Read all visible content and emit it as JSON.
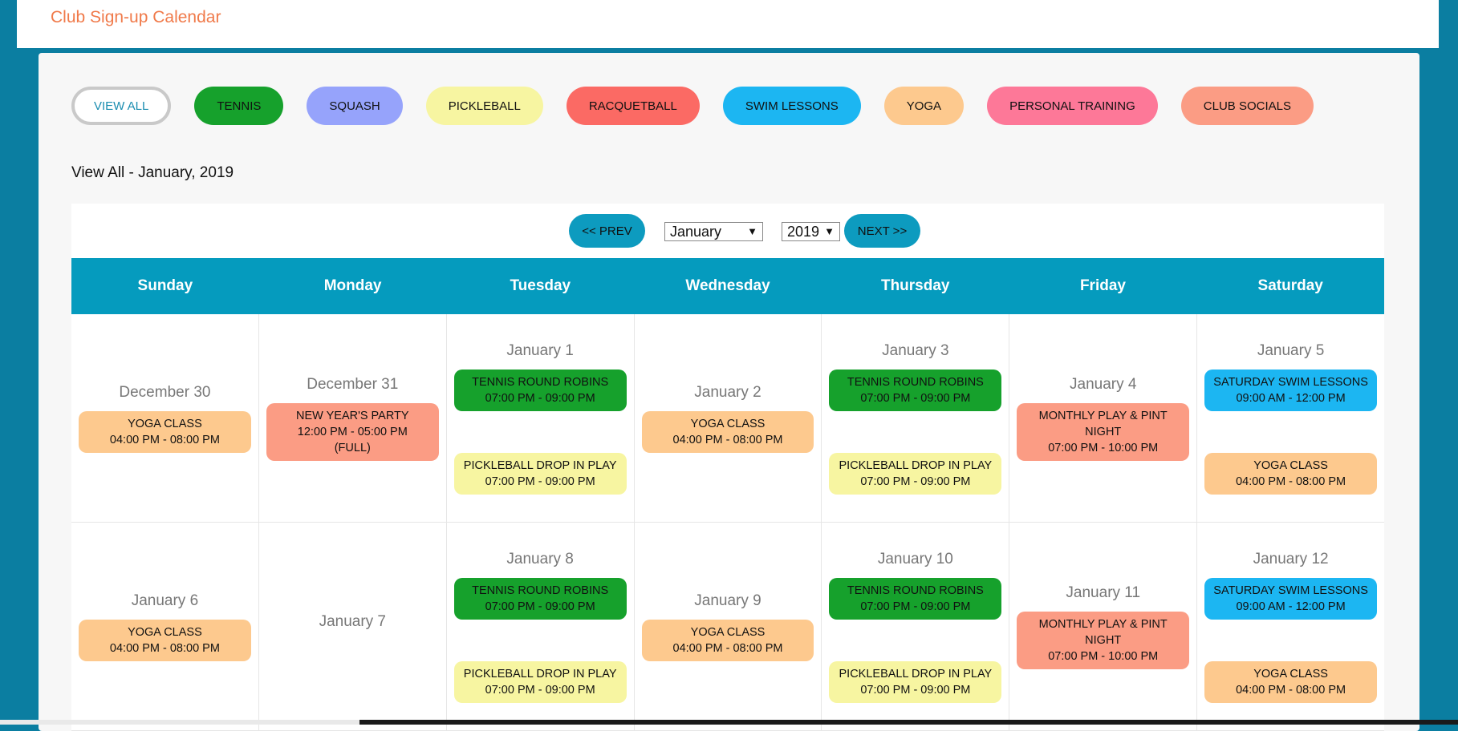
{
  "header": {
    "title": "Club Sign-up Calendar"
  },
  "filters": [
    {
      "label": "VIEW ALL",
      "color": "#ffffff"
    },
    {
      "label": "TENNIS",
      "color": "#16a12c"
    },
    {
      "label": "SQUASH",
      "color": "#96a3fb"
    },
    {
      "label": "PICKLEBALL",
      "color": "#f7f5a1"
    },
    {
      "label": "RACQUETBALL",
      "color": "#fb6a64"
    },
    {
      "label": "SWIM LESSONS",
      "color": "#1cb6f2"
    },
    {
      "label": "YOGA",
      "color": "#fdc98e"
    },
    {
      "label": "PERSONAL TRAINING",
      "color": "#fd7898"
    },
    {
      "label": "CLUB SOCIALS",
      "color": "#fb9c84"
    }
  ],
  "view_heading": "View All - January, 2019",
  "nav": {
    "prev_label": "<< PREV",
    "next_label": "NEXT >>",
    "month_value": "January",
    "year_value": "2019"
  },
  "days": [
    "Sunday",
    "Monday",
    "Tuesday",
    "Wednesday",
    "Thursday",
    "Friday",
    "Saturday"
  ],
  "weeks": [
    [
      {
        "date": "December 30",
        "events": [
          {
            "title": "YOGA CLASS",
            "time": "04:00 PM - 08:00 PM",
            "color": "#fdc98e"
          }
        ]
      },
      {
        "date": "December 31",
        "events": [
          {
            "title": "NEW YEAR'S PARTY",
            "time": "12:00 PM - 05:00 PM",
            "note": "(FULL)",
            "color": "#fb9c84"
          }
        ]
      },
      {
        "date": "January 1",
        "events": [
          {
            "title": "TENNIS ROUND ROBINS",
            "time": "07:00 PM - 09:00 PM",
            "color": "#16a12c"
          },
          {
            "title": "PICKLEBALL DROP IN PLAY",
            "time": "07:00 PM - 09:00 PM",
            "color": "#f7f5a1"
          }
        ]
      },
      {
        "date": "January 2",
        "events": [
          {
            "title": "YOGA CLASS",
            "time": "04:00 PM - 08:00 PM",
            "color": "#fdc98e"
          }
        ]
      },
      {
        "date": "January 3",
        "events": [
          {
            "title": "TENNIS ROUND ROBINS",
            "time": "07:00 PM - 09:00 PM",
            "color": "#16a12c"
          },
          {
            "title": "PICKLEBALL DROP IN PLAY",
            "time": "07:00 PM - 09:00 PM",
            "color": "#f7f5a1"
          }
        ]
      },
      {
        "date": "January 4",
        "events": [
          {
            "title": "MONTHLY PLAY & PINT NIGHT",
            "time": "07:00 PM - 10:00 PM",
            "color": "#fb9c84"
          }
        ]
      },
      {
        "date": "January 5",
        "events": [
          {
            "title": "SATURDAY SWIM LESSONS",
            "time": "09:00 AM - 12:00 PM",
            "color": "#1cb6f2"
          },
          {
            "title": "YOGA CLASS",
            "time": "04:00 PM - 08:00 PM",
            "color": "#fdc98e"
          }
        ]
      }
    ],
    [
      {
        "date": "January 6",
        "events": [
          {
            "title": "YOGA CLASS",
            "time": "04:00 PM - 08:00 PM",
            "color": "#fdc98e"
          }
        ]
      },
      {
        "date": "January 7",
        "events": []
      },
      {
        "date": "January 8",
        "events": [
          {
            "title": "TENNIS ROUND ROBINS",
            "time": "07:00 PM - 09:00 PM",
            "color": "#16a12c"
          },
          {
            "title": "PICKLEBALL DROP IN PLAY",
            "time": "07:00 PM - 09:00 PM",
            "color": "#f7f5a1"
          }
        ]
      },
      {
        "date": "January 9",
        "events": [
          {
            "title": "YOGA CLASS",
            "time": "04:00 PM - 08:00 PM",
            "color": "#fdc98e"
          }
        ]
      },
      {
        "date": "January 10",
        "events": [
          {
            "title": "TENNIS ROUND ROBINS",
            "time": "07:00 PM - 09:00 PM",
            "color": "#16a12c"
          },
          {
            "title": "PICKLEBALL DROP IN PLAY",
            "time": "07:00 PM - 09:00 PM",
            "color": "#f7f5a1"
          }
        ]
      },
      {
        "date": "January 11",
        "events": [
          {
            "title": "MONTHLY PLAY & PINT NIGHT",
            "time": "07:00 PM - 10:00 PM",
            "color": "#fb9c84"
          }
        ]
      },
      {
        "date": "January 12",
        "events": [
          {
            "title": "SATURDAY SWIM LESSONS",
            "time": "09:00 AM - 12:00 PM",
            "color": "#1cb6f2"
          },
          {
            "title": "YOGA CLASS",
            "time": "04:00 PM - 08:00 PM",
            "color": "#fdc98e"
          }
        ]
      }
    ]
  ]
}
